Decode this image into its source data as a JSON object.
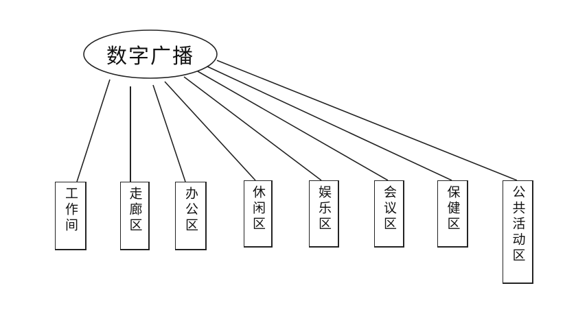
{
  "root": {
    "label": "数字广播"
  },
  "zones": [
    {
      "label": "工作间"
    },
    {
      "label": "走廊区"
    },
    {
      "label": "办公区"
    },
    {
      "label": "休闲区"
    },
    {
      "label": "娱乐区"
    },
    {
      "label": "会议区"
    },
    {
      "label": "保健区"
    },
    {
      "label": "公共活动区"
    }
  ],
  "colors": {
    "line": "#222222",
    "background": "#ffffff"
  }
}
